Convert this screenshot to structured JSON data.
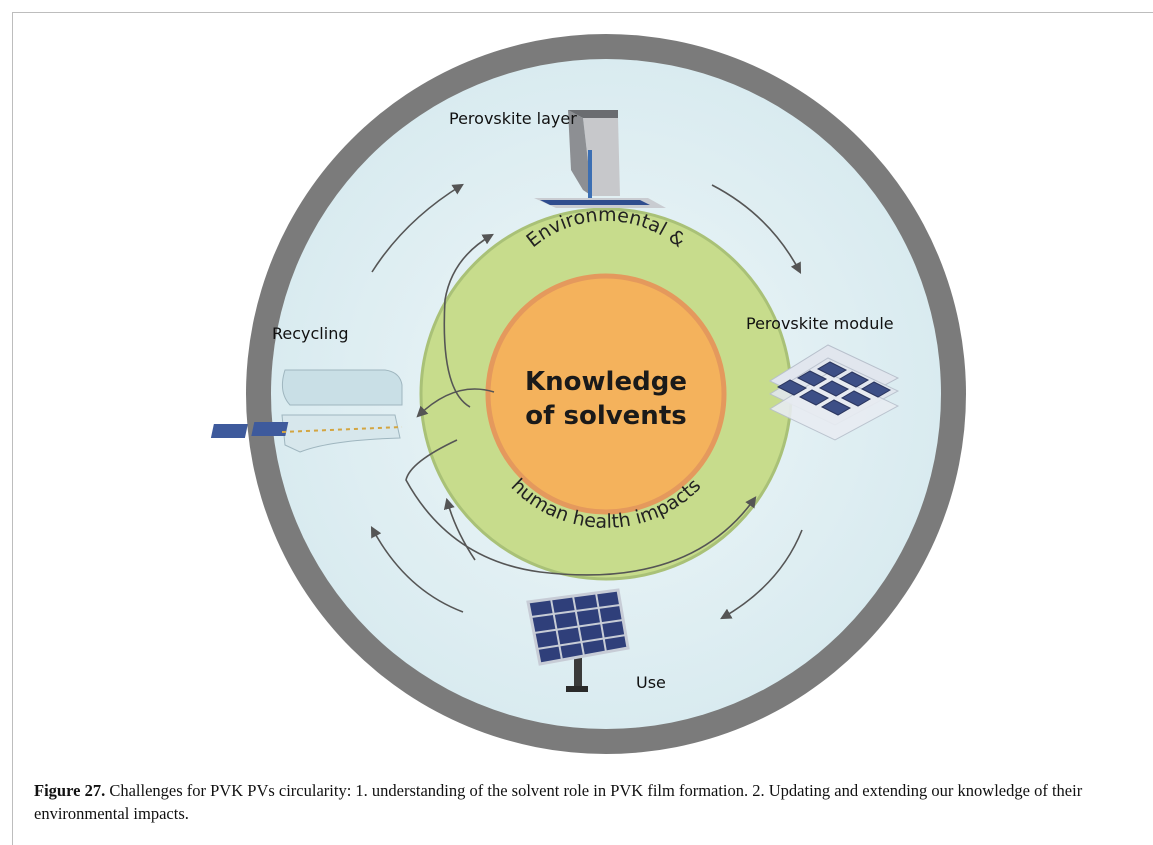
{
  "figure": {
    "stages": {
      "perovskite_layer": "Perovskite layer",
      "perovskite_module": "Perovskite module",
      "use": "Use",
      "recycling": "Recycling"
    },
    "core": {
      "line1": "Knowledge",
      "line2": "of solvents"
    },
    "ring": {
      "top": "Environmental &",
      "bottom": "human health impacts"
    }
  },
  "caption": {
    "label": "Figure 27.",
    "text": " Challenges for PVK PVs circularity: 1. understanding of the solvent role in PVK film formation. 2. Updating and extending our knowledge of their environmental impacts."
  }
}
